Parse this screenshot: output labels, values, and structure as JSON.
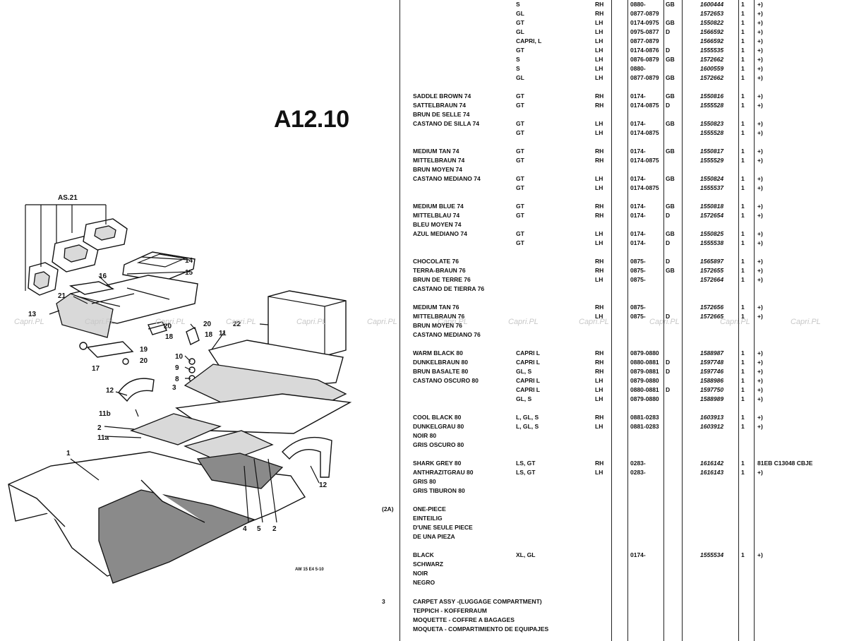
{
  "page_code": "A12.10",
  "watermark": "Capri.PL",
  "diagram": {
    "callouts": [
      "AS.21",
      "14",
      "15",
      "16",
      "21",
      "13",
      "20",
      "18",
      "20",
      "18",
      "19",
      "17",
      "20",
      "22",
      "11",
      "10",
      "9",
      "8",
      "3",
      "12",
      "11b",
      "2",
      "11a",
      "1",
      "4",
      "5",
      "2",
      "12"
    ],
    "footnote": "AW 15 E4 5-10"
  },
  "rows": [
    {
      "ref": "",
      "desc": "",
      "model": "S",
      "side": "RH",
      "date": "0880-",
      "cty": "GB",
      "part": "1600444",
      "qty": "1",
      "note": "+)"
    },
    {
      "ref": "",
      "desc": "",
      "model": "GL",
      "side": "RH",
      "date": "0877-0879",
      "cty": "",
      "part": "1572653",
      "qty": "1",
      "note": "+)"
    },
    {
      "ref": "",
      "desc": "",
      "model": "GT",
      "side": "LH",
      "date": "0174-0975",
      "cty": "GB",
      "part": "1550822",
      "qty": "1",
      "note": "+)"
    },
    {
      "ref": "",
      "desc": "",
      "model": "GL",
      "side": "LH",
      "date": "0975-0877",
      "cty": "D",
      "part": "1566592",
      "qty": "1",
      "note": "+)"
    },
    {
      "ref": "",
      "desc": "",
      "model": "CAPRI, L",
      "side": "LH",
      "date": "0877-0879",
      "cty": "",
      "part": "1566592",
      "qty": "1",
      "note": "+)"
    },
    {
      "ref": "",
      "desc": "",
      "model": "GT",
      "side": "LH",
      "date": "0174-0876",
      "cty": "D",
      "part": "1555535",
      "qty": "1",
      "note": "+)"
    },
    {
      "ref": "",
      "desc": "",
      "model": "S",
      "side": "LH",
      "date": "0876-0879",
      "cty": "GB",
      "part": "1572662",
      "qty": "1",
      "note": "+)"
    },
    {
      "ref": "",
      "desc": "",
      "model": "S",
      "side": "LH",
      "date": "0880-",
      "cty": "",
      "part": "1600559",
      "qty": "1",
      "note": "+)"
    },
    {
      "ref": "",
      "desc": "",
      "model": "GL",
      "side": "LH",
      "date": "0877-0879",
      "cty": "GB",
      "part": "1572662",
      "qty": "1",
      "note": "+)"
    },
    {
      "ref": "",
      "desc": "SADDLE BROWN 74",
      "model": "GT",
      "side": "RH",
      "date": "0174-",
      "cty": "GB",
      "part": "1550816",
      "qty": "1",
      "note": "+)"
    },
    {
      "ref": "",
      "desc": "SATTELBRAUN 74",
      "model": "GT",
      "side": "RH",
      "date": "0174-0875",
      "cty": "D",
      "part": "1555528",
      "qty": "1",
      "note": "+)"
    },
    {
      "ref": "",
      "desc": "BRUN DE SELLE 74",
      "model": "",
      "side": "",
      "date": "",
      "cty": "",
      "part": "",
      "qty": "",
      "note": ""
    },
    {
      "ref": "",
      "desc": "CASTANO DE SILLA 74",
      "model": "GT",
      "side": "LH",
      "date": "0174-",
      "cty": "GB",
      "part": "1550823",
      "qty": "1",
      "note": "+)"
    },
    {
      "ref": "",
      "desc": "",
      "model": "GT",
      "side": "LH",
      "date": "0174-0875",
      "cty": "",
      "part": "1555528",
      "qty": "1",
      "note": "+)"
    },
    {
      "ref": "",
      "desc": "MEDIUM TAN 74",
      "model": "GT",
      "side": "RH",
      "date": "0174-",
      "cty": "GB",
      "part": "1550817",
      "qty": "1",
      "note": "+)"
    },
    {
      "ref": "",
      "desc": "MITTELBRAUN 74",
      "model": "GT",
      "side": "RH",
      "date": "0174-0875",
      "cty": "",
      "part": "1555529",
      "qty": "1",
      "note": "+)"
    },
    {
      "ref": "",
      "desc": "BRUN MOYEN 74",
      "model": "",
      "side": "",
      "date": "",
      "cty": "",
      "part": "",
      "qty": "",
      "note": ""
    },
    {
      "ref": "",
      "desc": "CASTANO MEDIANO 74",
      "model": "GT",
      "side": "LH",
      "date": "0174-",
      "cty": "GB",
      "part": "1550824",
      "qty": "1",
      "note": "+)"
    },
    {
      "ref": "",
      "desc": "",
      "model": "GT",
      "side": "LH",
      "date": "0174-0875",
      "cty": "",
      "part": "1555537",
      "qty": "1",
      "note": "+)"
    },
    {
      "ref": "",
      "desc": "MEDIUM BLUE 74",
      "model": "GT",
      "side": "RH",
      "date": "0174-",
      "cty": "GB",
      "part": "1550818",
      "qty": "1",
      "note": "+)"
    },
    {
      "ref": "",
      "desc": "MITTELBLAU 74",
      "model": "GT",
      "side": "RH",
      "date": "0174-",
      "cty": "D",
      "part": "1572654",
      "qty": "1",
      "note": "+)"
    },
    {
      "ref": "",
      "desc": "BLEU MOYEN 74",
      "model": "",
      "side": "",
      "date": "",
      "cty": "",
      "part": "",
      "qty": "",
      "note": ""
    },
    {
      "ref": "",
      "desc": "AZUL MEDIANO 74",
      "model": "GT",
      "side": "LH",
      "date": "0174-",
      "cty": "GB",
      "part": "1550825",
      "qty": "1",
      "note": "+)"
    },
    {
      "ref": "",
      "desc": "",
      "model": "GT",
      "side": "LH",
      "date": "0174-",
      "cty": "D",
      "part": "1555538",
      "qty": "1",
      "note": "+)"
    },
    {
      "ref": "",
      "desc": "CHOCOLATE 76",
      "model": "",
      "side": "RH",
      "date": "0875-",
      "cty": "D",
      "part": "1565897",
      "qty": "1",
      "note": "+)"
    },
    {
      "ref": "",
      "desc": "TERRA-BRAUN 76",
      "model": "",
      "side": "RH",
      "date": "0875-",
      "cty": "GB",
      "part": "1572655",
      "qty": "1",
      "note": "+)"
    },
    {
      "ref": "",
      "desc": "BRUN DE TERRE 76",
      "model": "",
      "side": "LH",
      "date": "0875-",
      "cty": "",
      "part": "1572664",
      "qty": "1",
      "note": "+)"
    },
    {
      "ref": "",
      "desc": "CASTANO DE TIERRA 76",
      "model": "",
      "side": "",
      "date": "",
      "cty": "",
      "part": "",
      "qty": "",
      "note": ""
    },
    {
      "ref": "",
      "desc": "MEDIUM TAN 76",
      "model": "",
      "side": "RH",
      "date": "0875-",
      "cty": "",
      "part": "1572656",
      "qty": "1",
      "note": "+)"
    },
    {
      "ref": "",
      "desc": "MITTELBRAUN 76",
      "model": "",
      "side": "LH",
      "date": "0875-",
      "cty": "D",
      "part": "1572665",
      "qty": "1",
      "note": "+)"
    },
    {
      "ref": "",
      "desc": "BRUN MOYEN 76",
      "model": "",
      "side": "",
      "date": "",
      "cty": "",
      "part": "",
      "qty": "",
      "note": ""
    },
    {
      "ref": "",
      "desc": "CASTANO MEDIANO 76",
      "model": "",
      "side": "",
      "date": "",
      "cty": "",
      "part": "",
      "qty": "",
      "note": ""
    },
    {
      "ref": "",
      "desc": "WARM BLACK 80",
      "model": "CAPRI L",
      "side": "RH",
      "date": "0879-0880",
      "cty": "",
      "part": "1588987",
      "qty": "1",
      "note": "+)"
    },
    {
      "ref": "",
      "desc": "DUNKELBRAUN 80",
      "model": "CAPRI L",
      "side": "RH",
      "date": "0880-0881",
      "cty": "D",
      "part": "1597748",
      "qty": "1",
      "note": "+)"
    },
    {
      "ref": "",
      "desc": "BRUN BASALTE 80",
      "model": "GL, S",
      "side": "RH",
      "date": "0879-0881",
      "cty": "D",
      "part": "1597746",
      "qty": "1",
      "note": "+)"
    },
    {
      "ref": "",
      "desc": "CASTANO OSCURO 80",
      "model": "CAPRI L",
      "side": "LH",
      "date": "0879-0880",
      "cty": "",
      "part": "1588986",
      "qty": "1",
      "note": "+)"
    },
    {
      "ref": "",
      "desc": "",
      "model": "CAPRI L",
      "side": "LH",
      "date": "0880-0881",
      "cty": "D",
      "part": "1597750",
      "qty": "1",
      "note": "+)"
    },
    {
      "ref": "",
      "desc": "",
      "model": "GL, S",
      "side": "LH",
      "date": "0879-0880",
      "cty": "",
      "part": "1588989",
      "qty": "1",
      "note": "+)"
    },
    {
      "ref": "",
      "desc": "COOL BLACK 80",
      "model": "L, GL, S",
      "side": "RH",
      "date": "0881-0283",
      "cty": "",
      "part": "1603913",
      "qty": "1",
      "note": "+)"
    },
    {
      "ref": "",
      "desc": "DUNKELGRAU 80",
      "model": "L, GL, S",
      "side": "LH",
      "date": "0881-0283",
      "cty": "",
      "part": "1603912",
      "qty": "1",
      "note": "+)"
    },
    {
      "ref": "",
      "desc": "NOIR 80",
      "model": "",
      "side": "",
      "date": "",
      "cty": "",
      "part": "",
      "qty": "",
      "note": ""
    },
    {
      "ref": "",
      "desc": "GRIS OSCURO 80",
      "model": "",
      "side": "",
      "date": "",
      "cty": "",
      "part": "",
      "qty": "",
      "note": ""
    },
    {
      "ref": "",
      "desc": "SHARK GREY 80",
      "model": "LS, GT",
      "side": "RH",
      "date": "0283-",
      "cty": "",
      "part": "1616142",
      "qty": "1",
      "note": "81EB C13048 CBJE"
    },
    {
      "ref": "",
      "desc": "ANTHRAZITGRAU 80",
      "model": "LS, GT",
      "side": "LH",
      "date": "0283-",
      "cty": "",
      "part": "1616143",
      "qty": "1",
      "note": "+)"
    },
    {
      "ref": "",
      "desc": "GRIS 80",
      "model": "",
      "side": "",
      "date": "",
      "cty": "",
      "part": "",
      "qty": "",
      "note": ""
    },
    {
      "ref": "",
      "desc": "GRIS TIBURON 80",
      "model": "",
      "side": "",
      "date": "",
      "cty": "",
      "part": "",
      "qty": "",
      "note": ""
    },
    {
      "ref": "(2A)",
      "desc": "ONE-PIECE",
      "model": "",
      "side": "",
      "date": "",
      "cty": "",
      "part": "",
      "qty": "",
      "note": ""
    },
    {
      "ref": "",
      "desc": "EINTEILIG",
      "model": "",
      "side": "",
      "date": "",
      "cty": "",
      "part": "",
      "qty": "",
      "note": ""
    },
    {
      "ref": "",
      "desc": "D'UNE SEULE PIECE",
      "model": "",
      "side": "",
      "date": "",
      "cty": "",
      "part": "",
      "qty": "",
      "note": ""
    },
    {
      "ref": "",
      "desc": "DE UNA PIEZA",
      "model": "",
      "side": "",
      "date": "",
      "cty": "",
      "part": "",
      "qty": "",
      "note": ""
    },
    {
      "ref": "",
      "desc": "BLACK",
      "model": "XL, GL",
      "side": "",
      "date": "0174-",
      "cty": "",
      "part": "1555534",
      "qty": "1",
      "note": "+)"
    },
    {
      "ref": "",
      "desc": "SCHWARZ",
      "model": "",
      "side": "",
      "date": "",
      "cty": "",
      "part": "",
      "qty": "",
      "note": ""
    },
    {
      "ref": "",
      "desc": "NOIR",
      "model": "",
      "side": "",
      "date": "",
      "cty": "",
      "part": "",
      "qty": "",
      "note": ""
    },
    {
      "ref": "",
      "desc": "NEGRO",
      "model": "",
      "side": "",
      "date": "",
      "cty": "",
      "part": "",
      "qty": "",
      "note": ""
    },
    {
      "ref": "3",
      "desc": "CARPET ASSY -(LUGGAGE COMPARTMENT)",
      "model": "",
      "side": "",
      "date": "",
      "cty": "",
      "part": "",
      "qty": "",
      "note": ""
    },
    {
      "ref": "",
      "desc": "TEPPICH - KOFFERRAUM",
      "model": "",
      "side": "",
      "date": "",
      "cty": "",
      "part": "",
      "qty": "",
      "note": ""
    },
    {
      "ref": "",
      "desc": "MOQUETTE - COFFRE A BAGAGES",
      "model": "",
      "side": "",
      "date": "",
      "cty": "",
      "part": "",
      "qty": "",
      "note": ""
    },
    {
      "ref": "",
      "desc": "MOQUETA - COMPARTIMIENTO DE EQUIPAJES",
      "model": "",
      "side": "",
      "date": "",
      "cty": "",
      "part": "",
      "qty": "",
      "note": ""
    }
  ]
}
